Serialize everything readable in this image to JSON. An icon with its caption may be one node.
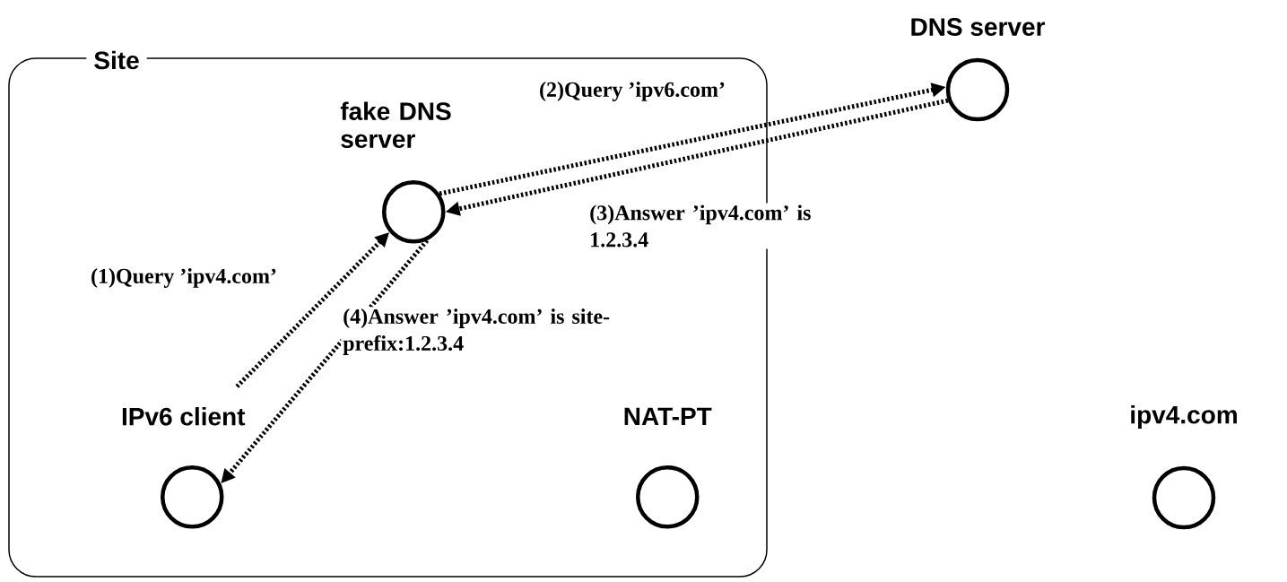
{
  "diagram": {
    "nodes": [
      {
        "text": [
          "Site"
        ]
      },
      {
        "text": [
          "fake DNS server"
        ],
        "in": 0
      },
      {
        "text": [
          "IPv6 client"
        ],
        "in": 0
      },
      {
        "text": [
          "NAT-PT"
        ],
        "in": 0
      },
      {
        "text": [
          "DNS server"
        ]
      },
      {
        "text": [
          "ipv4.com"
        ]
      }
    ],
    "edges": [
      {
        "from": 2,
        "to": 1,
        "arrow": "to",
        "label": "(1)Query ’ipv4.com’"
      },
      {
        "from": 1,
        "to": 4,
        "arrow": "to",
        "label": "(2)Query ’ipv6.com’"
      },
      {
        "from": 4,
        "to": 1,
        "arrow": "to",
        "label": "(3)Answer ’ipv4.com’ is 1.2.3.4"
      },
      {
        "from": 1,
        "to": 2,
        "arrow": "to",
        "label": "(4)Answer ’ipv4.com’ is site-prefix:1.2.3.4"
      }
    ]
  }
}
